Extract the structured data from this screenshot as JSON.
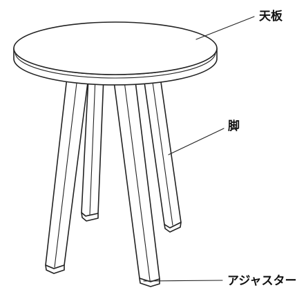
{
  "labels": {
    "tabletop": "天板",
    "leg": "脚",
    "adjuster": "アジャスター"
  },
  "colors": {
    "line": "#222222",
    "background": "#ffffff"
  }
}
